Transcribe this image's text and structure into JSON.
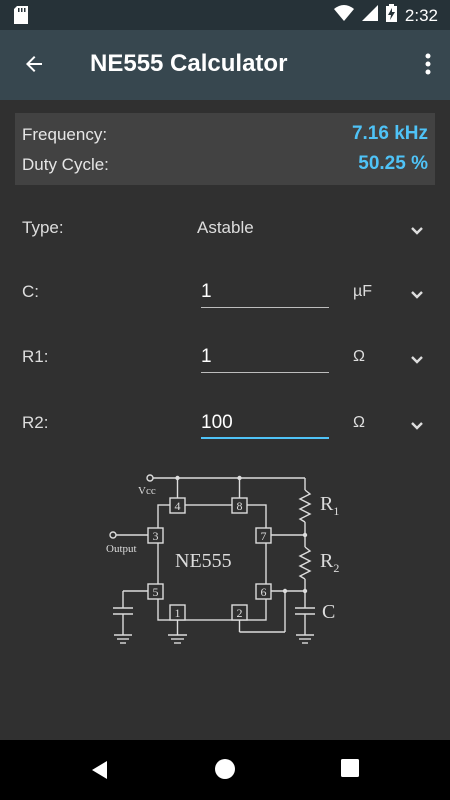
{
  "status": {
    "time": "2:32",
    "battery_icon": "battery-charging-icon"
  },
  "appbar": {
    "title": "NE555 Calculator"
  },
  "results": {
    "frequency_label": "Frequency:",
    "frequency_value": "7.16 kHz",
    "duty_label": "Duty Cycle:",
    "duty_value": "50.25 %",
    "value_color": "#4fc3f7"
  },
  "form": {
    "type_label": "Type:",
    "type_value": "Astable",
    "c_label": "C:",
    "c_value": "1",
    "c_unit": "µF",
    "r1_label": "R1:",
    "r1_value": "1",
    "r1_unit": "Ω",
    "r2_label": "R2:",
    "r2_value": "100",
    "r2_unit": "Ω"
  },
  "schematic": {
    "chip": "NE555",
    "vcc": "Vcc",
    "output": "Output",
    "r1": "R",
    "r1_sub": "1",
    "r2": "R",
    "r2_sub": "2",
    "c": "C",
    "pins": [
      "4",
      "8",
      "3",
      "7",
      "5",
      "6",
      "1",
      "2"
    ]
  }
}
